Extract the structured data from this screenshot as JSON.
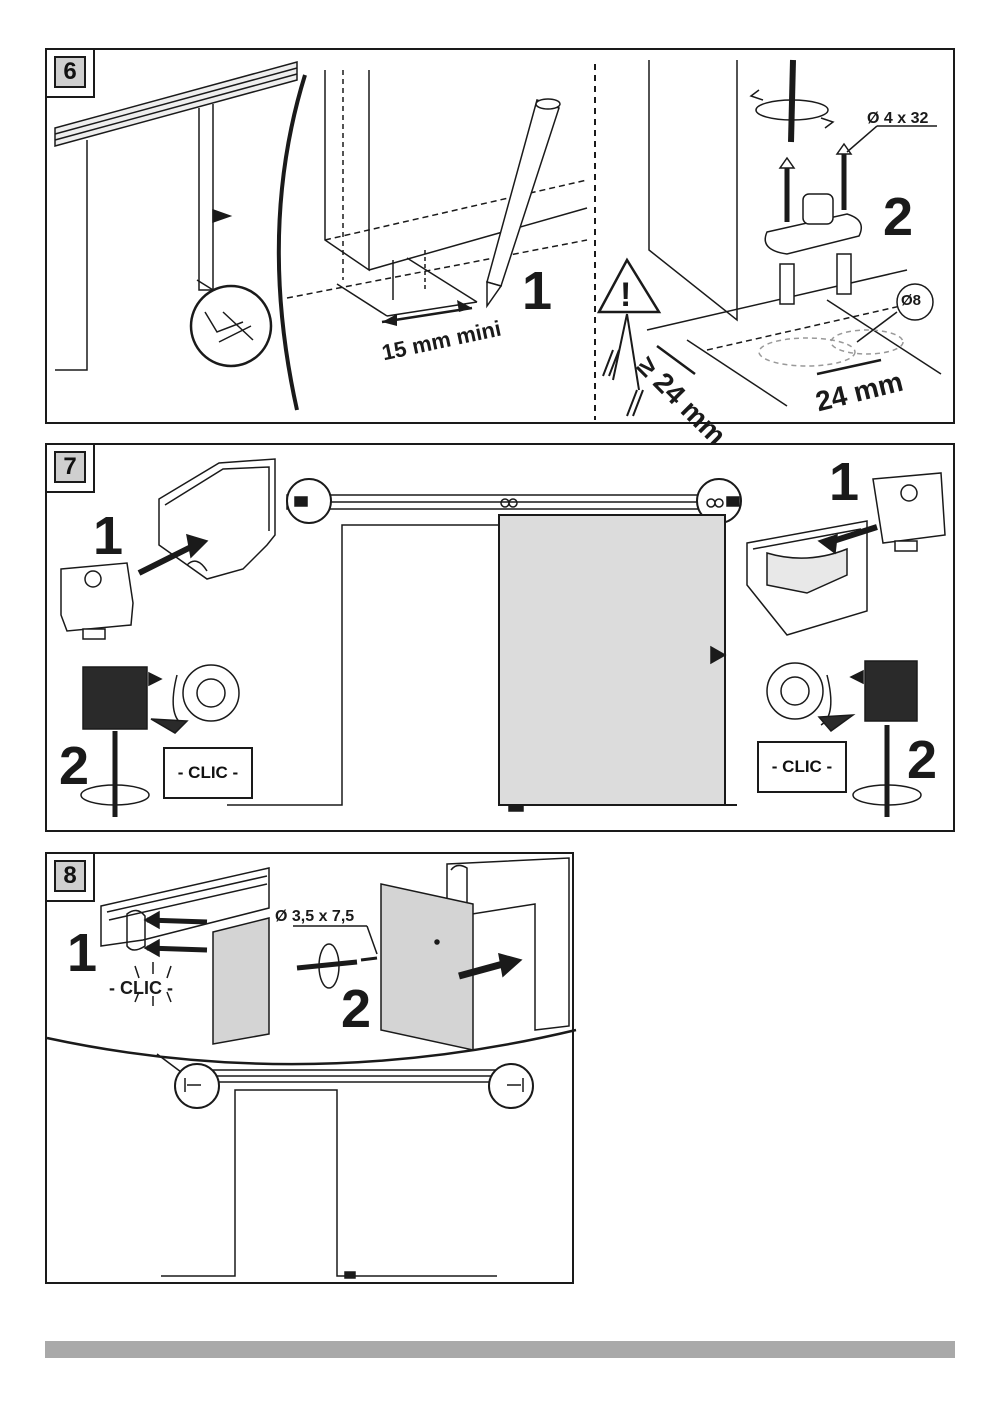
{
  "steps": [
    {
      "number": "6",
      "labels": {
        "sub1": "1",
        "sub2": "2"
      },
      "dimensions": {
        "min_distance": "15 mm mini",
        "screw": "Ø 4 x 32",
        "hole": "Ø8",
        "offset_side": "≥ 24 mm",
        "offset_front": "24 mm"
      }
    },
    {
      "number": "7",
      "labels": {
        "left_1": "1",
        "right_1": "1",
        "left_2": "2",
        "right_2": "2"
      },
      "clic_left": "- CLIC -",
      "clic_right": "- CLIC -"
    },
    {
      "number": "8",
      "labels": {
        "sub1": "1",
        "sub2": "2"
      },
      "clic": "- CLIC -",
      "dimensions": {
        "screw": "Ø 3,5 x 7,5"
      }
    }
  ],
  "colors": {
    "panel_fill": "#d4d4d4",
    "stroke": "#1a1a1a",
    "step_badge": "#cfcfcf",
    "footer_bar": "#a9a9a9"
  }
}
